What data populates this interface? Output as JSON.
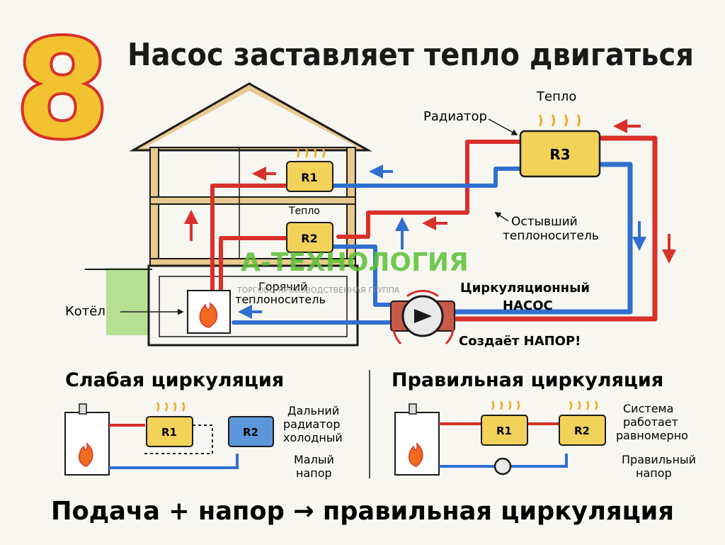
{
  "title": {
    "number": "8",
    "text": "Насос заставляет тепло двигаться"
  },
  "house": {
    "radiator_label": "Радиатор",
    "heat_top": "Тепло",
    "heat_mid": "Тепло",
    "r1": "R1",
    "r2": "R2",
    "r3": "R3",
    "cooled_line1": "Остывший",
    "cooled_line2": "теплоноситель",
    "hot_line1": "Горячий",
    "hot_line2": "теплоноситель",
    "pump_line1": "Циркуляционный",
    "pump_line2": "НАСОС",
    "pressure": "Создаёт НАПОР!",
    "boiler": "Котёл"
  },
  "watermark": {
    "logo": "А-ТЕХНОЛОГИЯ",
    "sub": "ТОРГОВО-ПРОИЗВОДСТВЕННАЯ ГРУППА"
  },
  "weak": {
    "title": "Слабая циркуляция",
    "r1": "R1",
    "r2": "R2",
    "far_line1": "Дальний",
    "far_line2": "радиатор",
    "far_line3": "холодный",
    "low_line1": "Малый",
    "low_line2": "напор"
  },
  "good": {
    "title": "Правильная циркуляция",
    "r1": "R1",
    "r2": "R2",
    "even_line1": "Система",
    "even_line2": "работает",
    "even_line3": "равномерно",
    "right_line1": "Правильный",
    "right_line2": "напор"
  },
  "footer": "Подача + напор → правильная циркуляция",
  "colors": {
    "hot": "#d9302a",
    "cold": "#2f6fd0",
    "radiator": "#f3d25a",
    "wood": "#e7c98f",
    "logo_green": "#5bc236",
    "fire": "#f06a1f"
  }
}
